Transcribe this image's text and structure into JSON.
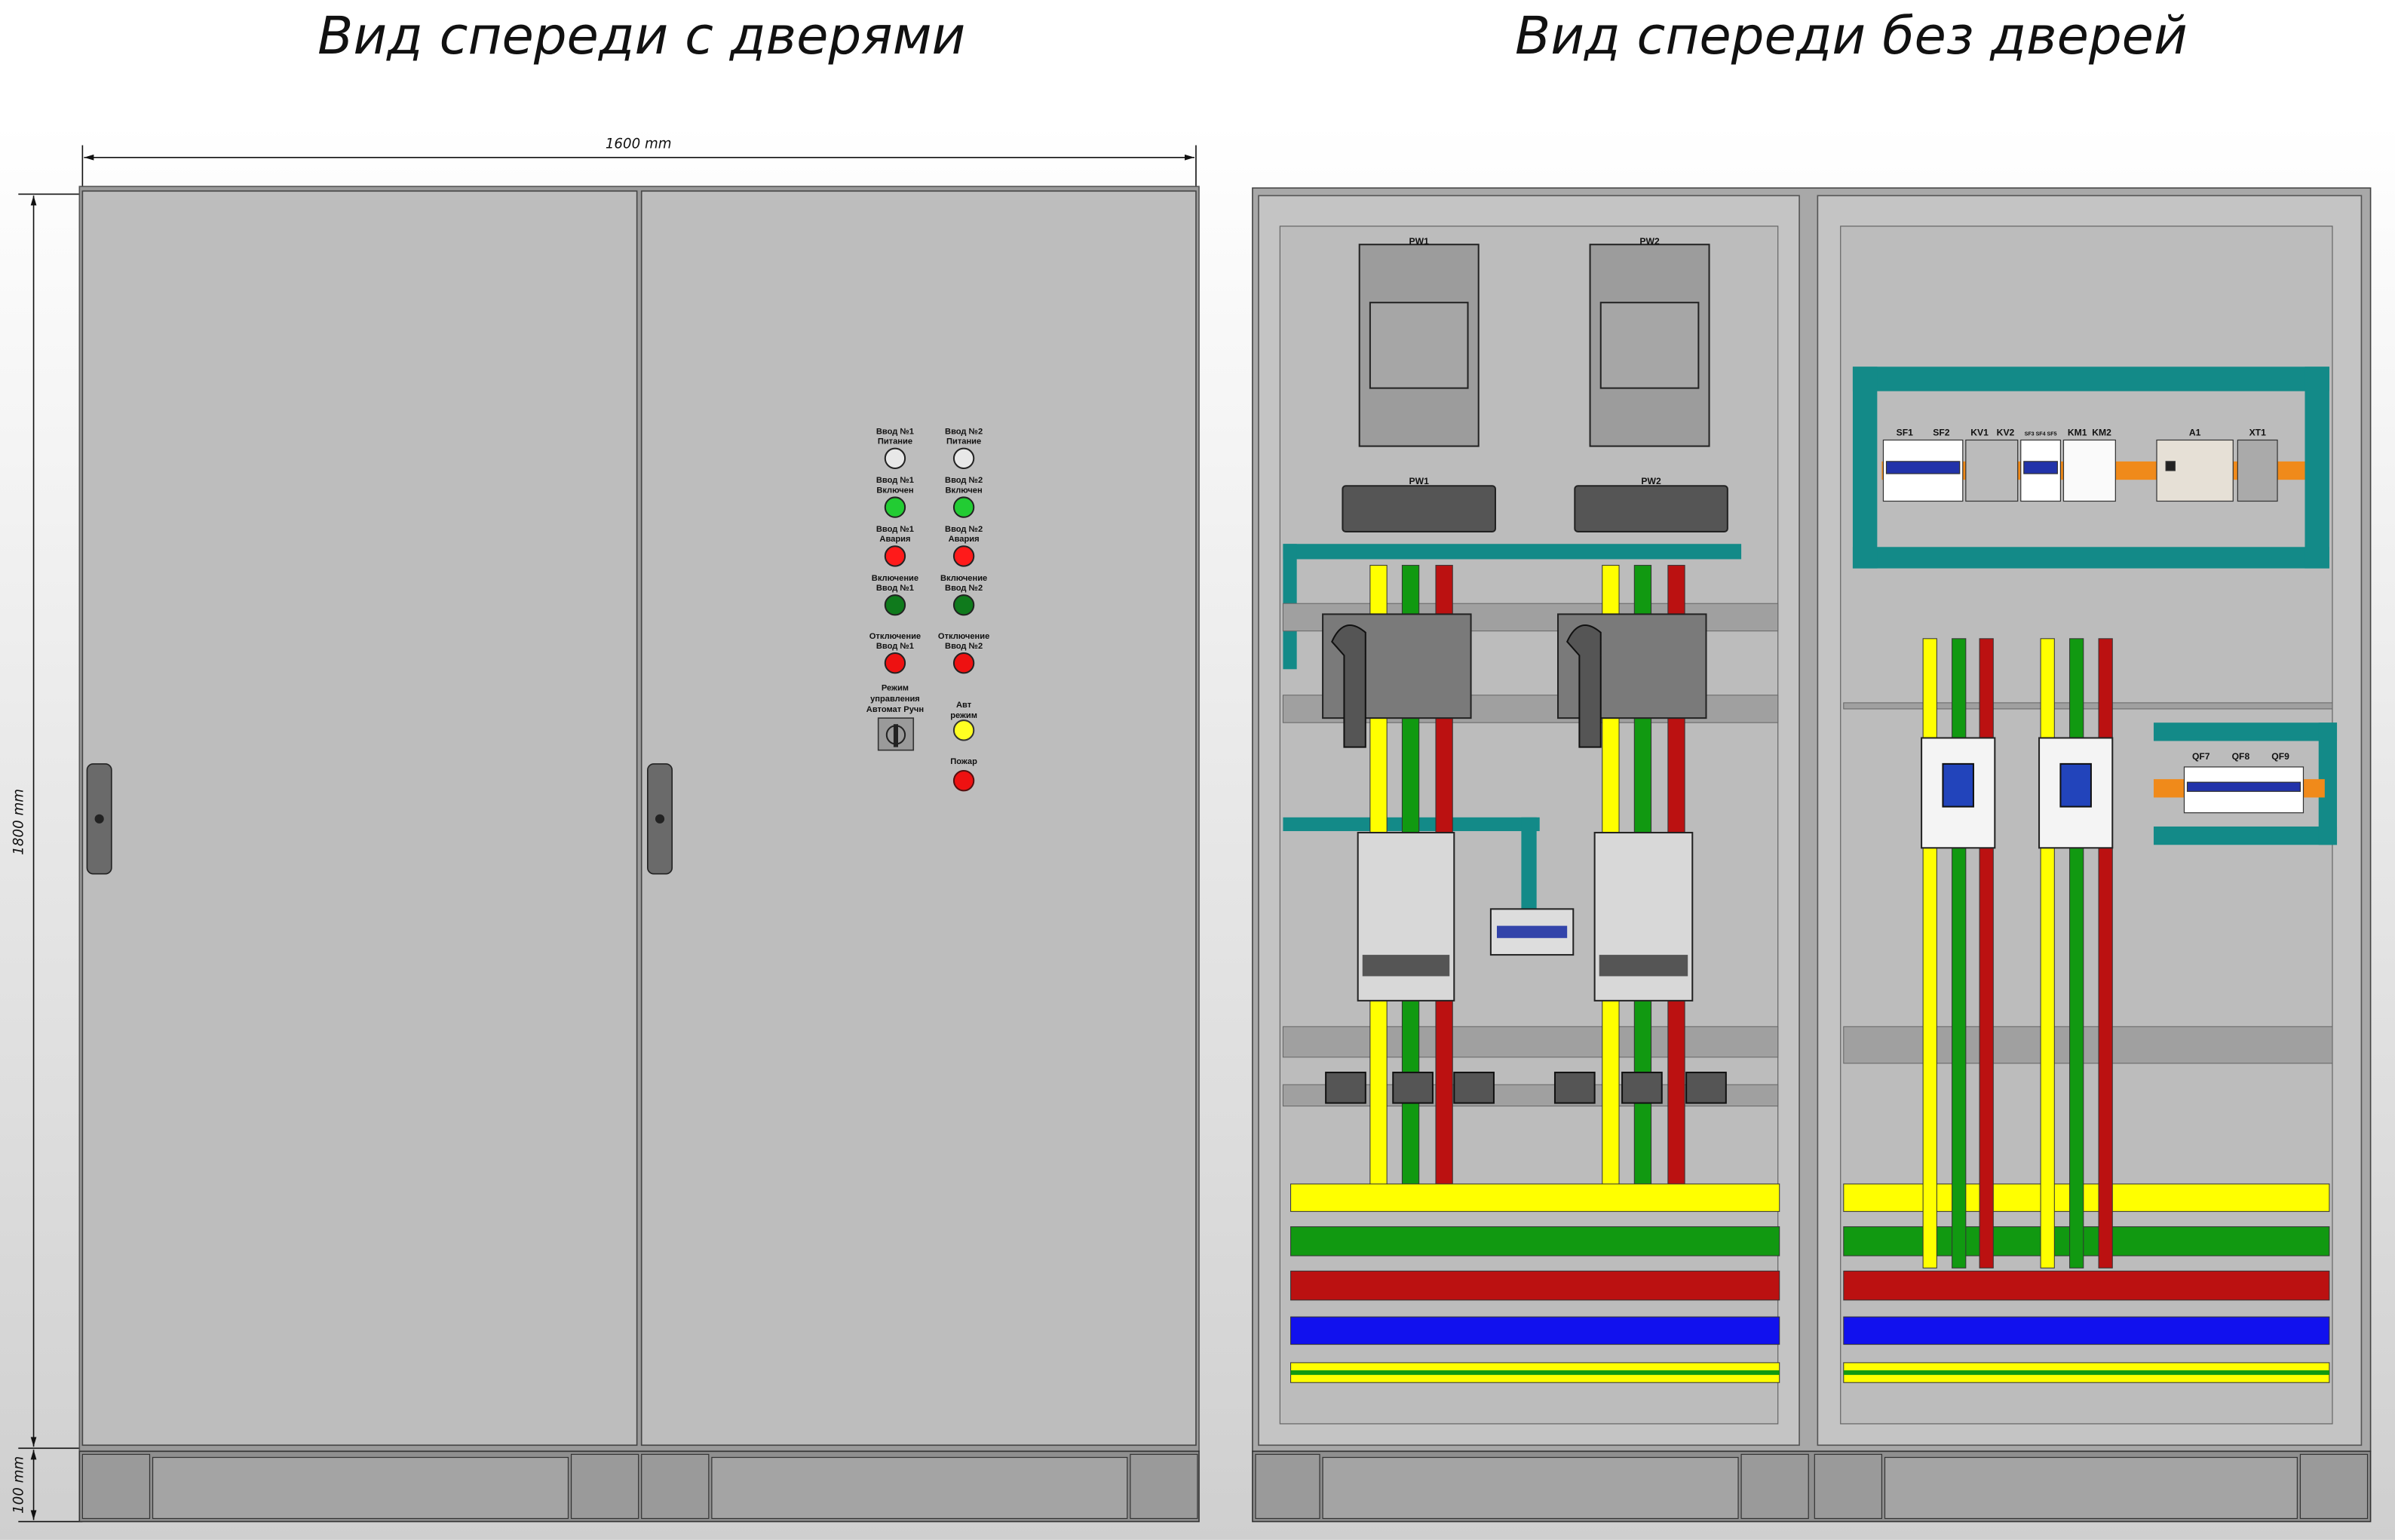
{
  "titles": {
    "with_doors": "Вид спереди с дверями",
    "without_doors": "Вид спереди без дверей"
  },
  "dimensions": {
    "width": "1600 mm",
    "height": "1800 mm",
    "plinth": "100 mm"
  },
  "door_panel": {
    "indicators": [
      {
        "line1": "Ввод №1",
        "line2": "Питание",
        "color": "#e8e8e8"
      },
      {
        "line1": "Ввод №2",
        "line2": "Питание",
        "color": "#e8e8e8"
      },
      {
        "line1": "Ввод №1",
        "line2": "Включен",
        "color": "#22cc33"
      },
      {
        "line1": "Ввод №2",
        "line2": "Включен",
        "color": "#22cc33"
      },
      {
        "line1": "Ввод №1",
        "line2": "Авария",
        "color": "#ff1a1a"
      },
      {
        "line1": "Ввод №2",
        "line2": "Авария",
        "color": "#ff1a1a"
      },
      {
        "line1": "Включение",
        "line2": "Ввод №1",
        "color": "#0f7a1c"
      },
      {
        "line1": "Включение",
        "line2": "Ввод №2",
        "color": "#0f7a1c"
      },
      {
        "line1": "Отключение",
        "line2": "Ввод №1",
        "color": "#ee1111"
      },
      {
        "line1": "Отключение",
        "line2": "Ввод №2",
        "color": "#ee1111"
      }
    ],
    "mode_switch": {
      "line1": "Режим",
      "line2": "управления",
      "line3": "Автомат   Ручн"
    },
    "auto_mode": {
      "line1": "Авт",
      "line2": "режим",
      "color": "#ffff22"
    },
    "fire": {
      "line1": "Пожар",
      "color": "#ee1111"
    }
  },
  "components": {
    "meter1": "PW1",
    "meter2": "PW2",
    "meter_box1": "PW1",
    "meter_box2": "PW2",
    "sf1": "SF1",
    "sf2": "SF2",
    "kv1": "KV1",
    "kv2": "KV2",
    "sf3_5": "SF3 SF4 SF5",
    "km1": "KM1",
    "km2": "KM2",
    "a1": "A1",
    "terminals": "XT1",
    "qf7": "QF7",
    "qf8": "QF8",
    "qf9": "QF9"
  },
  "colors": {
    "cabinet": "#bdbdbd",
    "teal": "#138a88",
    "phase_l1": "#ffff00",
    "phase_l2": "#119911",
    "phase_l3": "#bb1111",
    "neutral": "#1111ee",
    "din_rail": "#f08a1a"
  }
}
